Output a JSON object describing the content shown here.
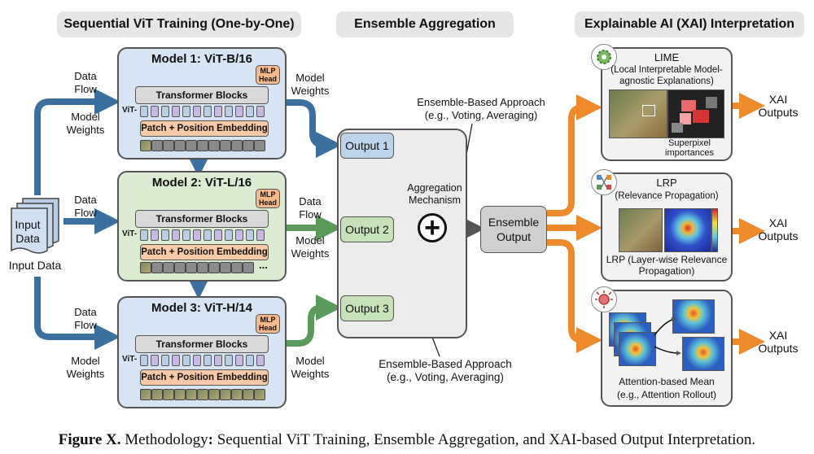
{
  "headers": {
    "sequential": "Sequential ViT Training (One-by-One)",
    "ensemble": "Ensemble Aggregation",
    "xai": "Explainable AI (XAI) Interpretation"
  },
  "input": {
    "box_line1": "Input",
    "box_line2": "Data",
    "label": "Input Data"
  },
  "models": [
    {
      "title": "Model 1: ViT-B/16",
      "mlp": "MLP Head",
      "transformer": "Transformer Blocks",
      "embedding": "Patch + Position Embedding",
      "vit": "ViT-",
      "color": "#d6e4f3"
    },
    {
      "title": "Model 2: ViT-L/16",
      "mlp": "MLP Head",
      "transformer": "Transformer Blocks",
      "embedding": "Patch + Position Embedding",
      "vit": "ViT-",
      "color": "#dcecd3",
      "ellipsis": "..."
    },
    {
      "title": "Model 3: ViT-H/14",
      "mlp": "MLP Head",
      "transformer": "Transformer Blocks",
      "embedding": "Patch + Position Embedding",
      "vit": "ViT-",
      "color": "#d6e4f3"
    }
  ],
  "flow_labels": {
    "data_flow": "Data Flow",
    "model_weights": "Model Weights"
  },
  "ensemble": {
    "outputs": [
      "Output 1",
      "Output 2",
      "Output 3"
    ],
    "aggregation": "Aggregation Mechanism",
    "approach_top": "Ensemble-Based Approach (e.g., Voting, Averaging)",
    "approach_bottom": "Ensemble-Based Approach (e.g., Voting, Averaging)",
    "ensemble_output": "Ensemble Output",
    "plus": "+"
  },
  "xai": {
    "lime_title": "LIME",
    "lime_sub": "(Local Interpretable Model-agnostic Explanations)",
    "lime_caption": "Superpixel importances",
    "lrp_title": "LRP",
    "lrp_sub": "(Relevance Propagation)",
    "lrp_caption": "LRP (Layer-wise Relevance Propagation)",
    "attn_caption_1": "Attention-based Mean",
    "attn_caption_2": "(e.g., Attention Rollout)",
    "outputs": "XAI Outputs"
  },
  "caption": {
    "bold": "Figure X.",
    "normal": " Methodology",
    "bold2": ":",
    "rest": " Sequential ViT Training, Ensemble Aggregation, and XAI-based Output Interpretation."
  },
  "colors": {
    "blue_arrow": "#3a6f9e",
    "green_arrow": "#5a9a5a",
    "orange_arrow": "#ef8a2c",
    "gray_arrow": "#6d6d6d"
  }
}
